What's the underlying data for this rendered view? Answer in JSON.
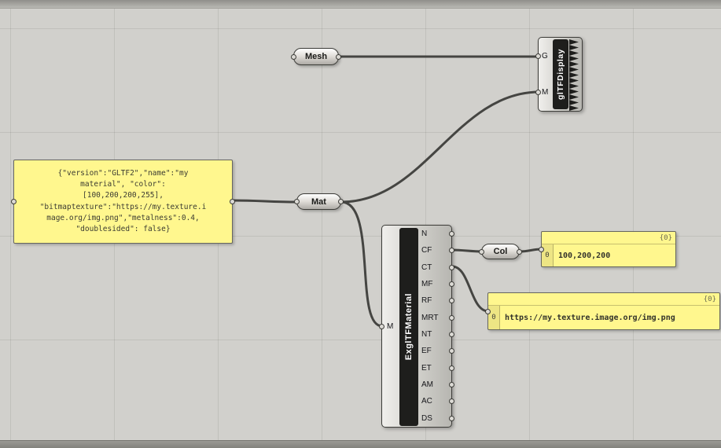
{
  "colors": {
    "canvas_bg": "#d1d0cc",
    "panel_yellow": "#fff78e",
    "component_black": "#1e1e1c",
    "wire": "#454542"
  },
  "components": {
    "json_panel": {
      "text": "{\"version\":\"GLTF2\",\"name\":\"my\nmaterial\", \"color\":\n[100,200,200,255],\n\"bitmaptexture\":\"https://my.texture.i\nmage.org/img.png\",\"metalness\":0.4,\n\"doublesided\": false}"
    },
    "mesh": {
      "label": "Mesh"
    },
    "mat": {
      "label": "Mat"
    },
    "col": {
      "label": "Col"
    },
    "gltf_display": {
      "label": "glTFDisplay",
      "inputs": [
        "G",
        "M"
      ]
    },
    "material": {
      "label": "ExglTFMaterial",
      "input_label": "M",
      "outputs": [
        "N",
        "CF",
        "CT",
        "MF",
        "RF",
        "MRT",
        "NT",
        "EF",
        "ET",
        "AM",
        "AC",
        "DS"
      ]
    },
    "color_panel": {
      "path": "{0}",
      "rows": [
        {
          "index": "0",
          "value": "100,200,200"
        }
      ]
    },
    "texture_panel": {
      "path": "{0}",
      "rows": [
        {
          "index": "0",
          "value": "https://my.texture.image.org/img.png"
        }
      ]
    }
  }
}
